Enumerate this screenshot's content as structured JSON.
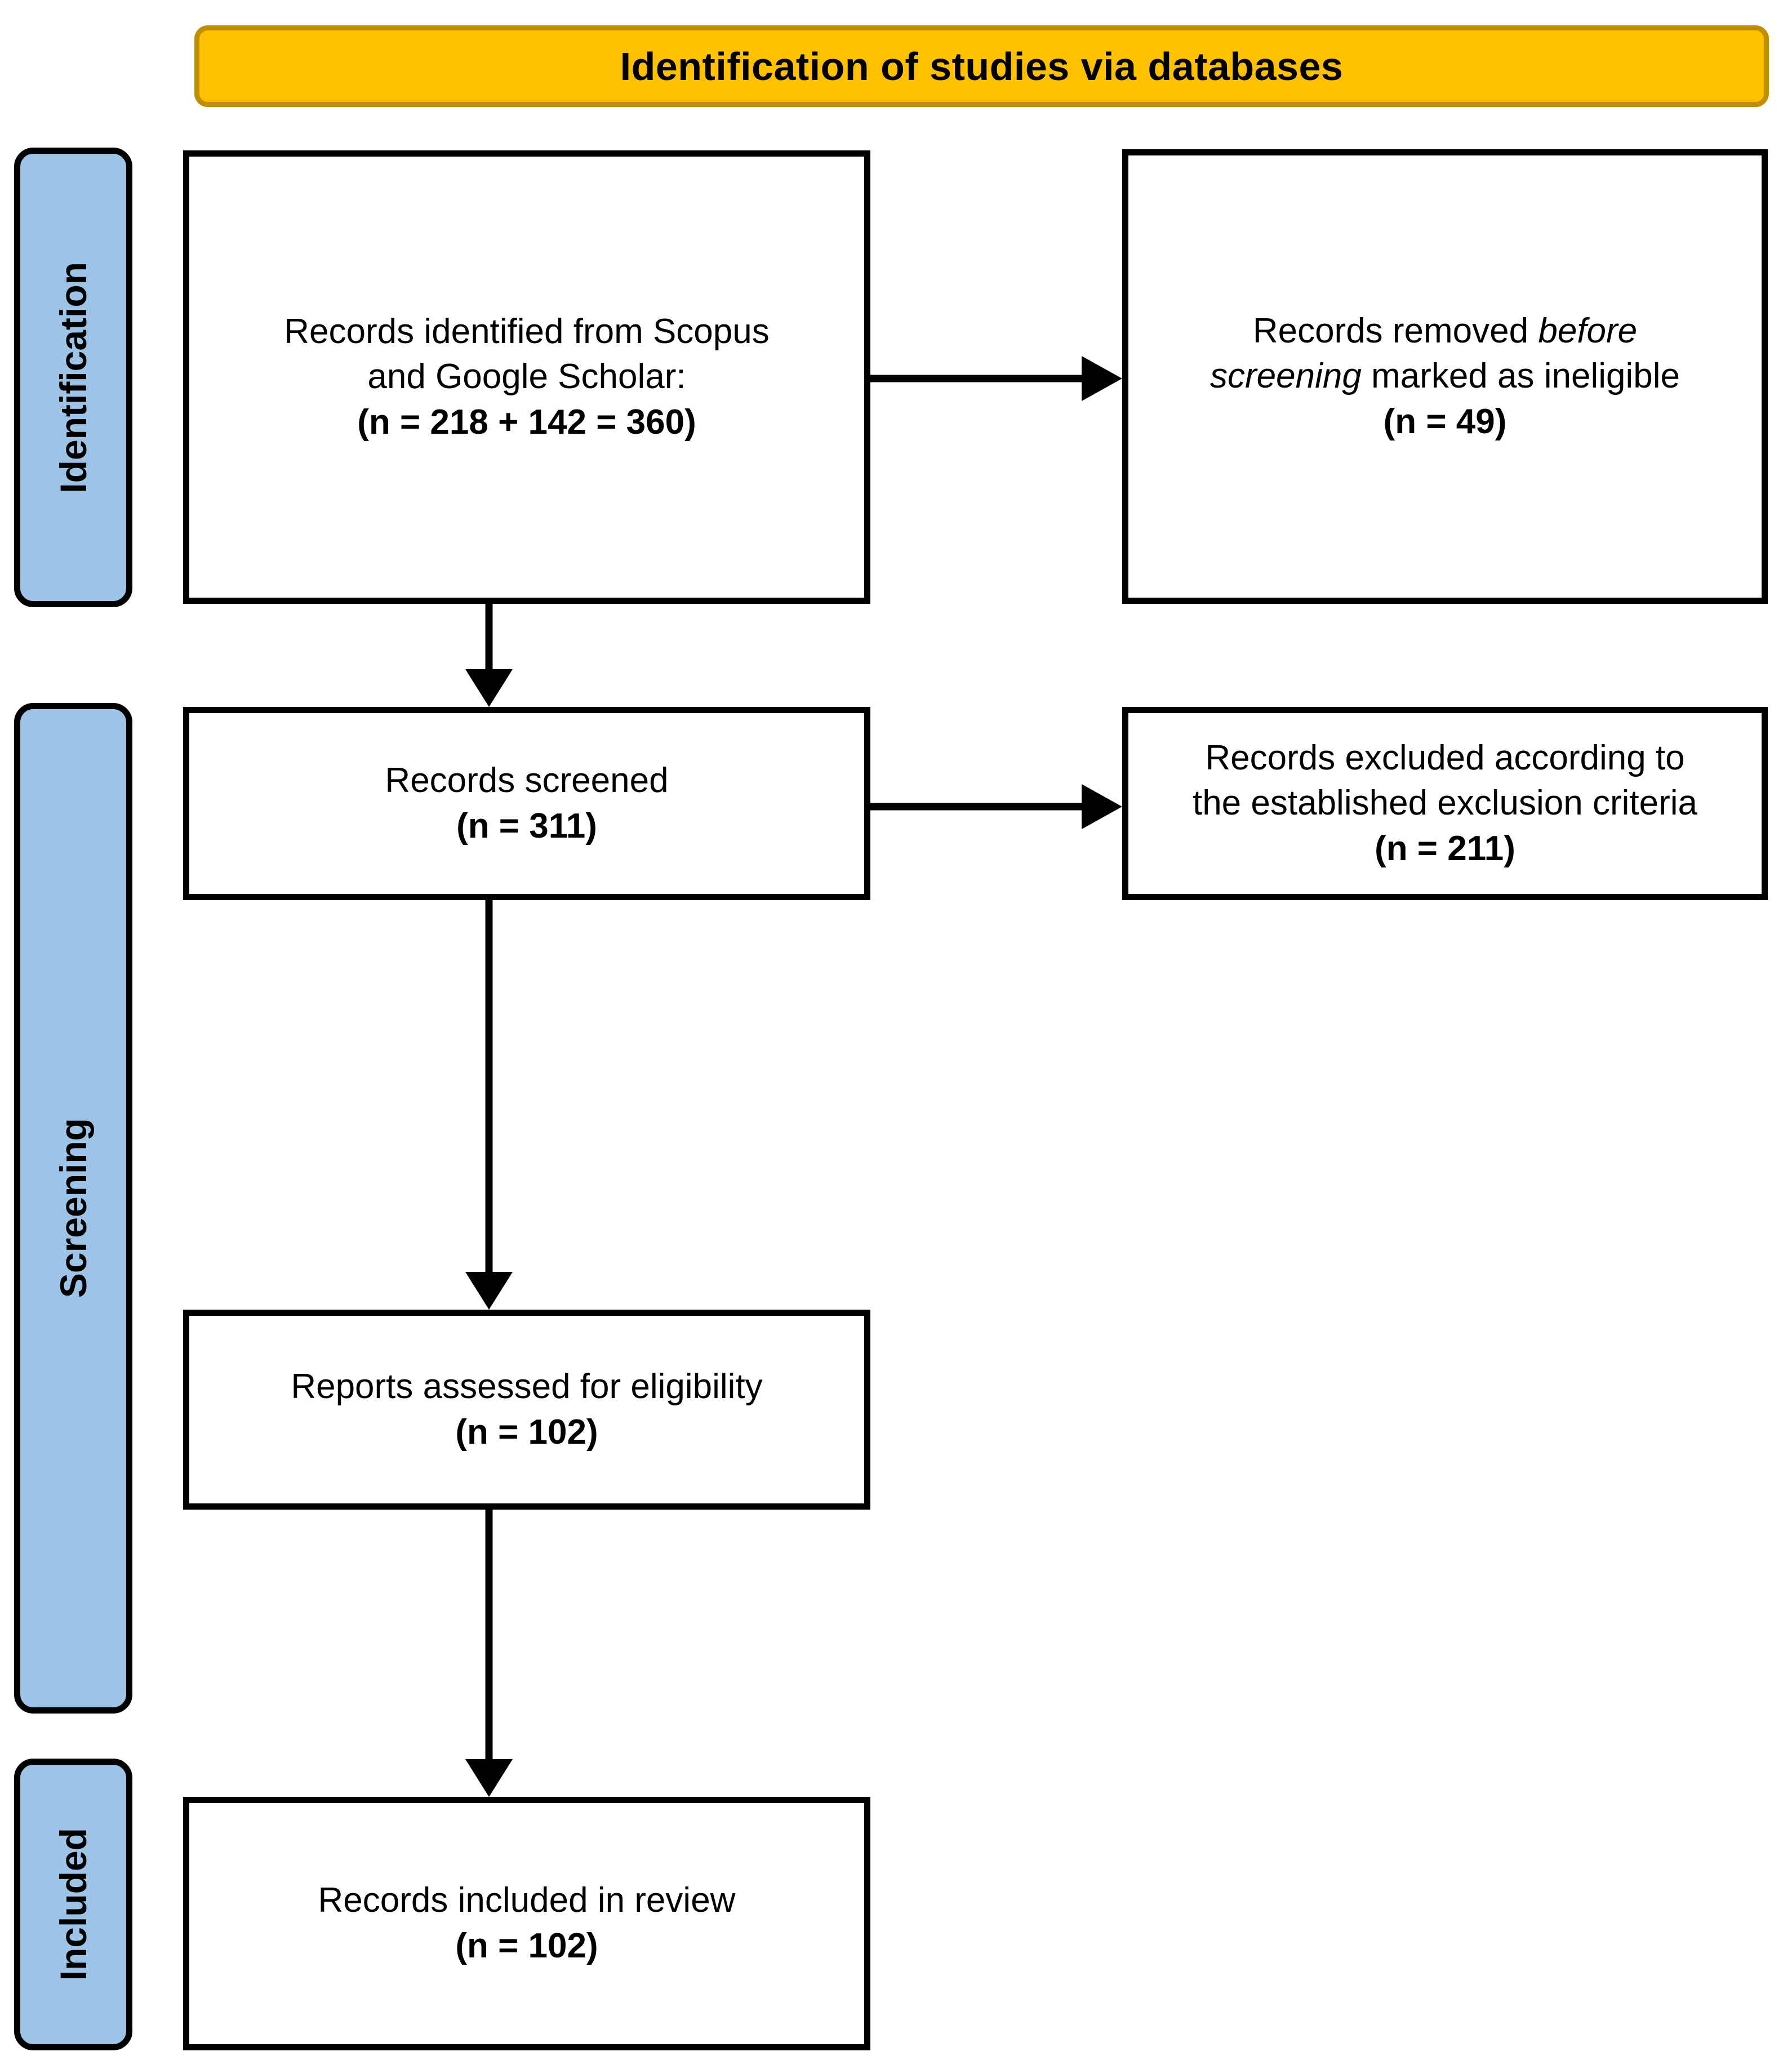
{
  "banner": {
    "title": "Identification of studies via databases",
    "fill": "#FFC000",
    "border": "#BF8F00"
  },
  "stages": {
    "fill": "#9DC3E6",
    "border": "#000000",
    "items": [
      {
        "label": "Identification"
      },
      {
        "label": "Screening"
      },
      {
        "label": "Included"
      }
    ]
  },
  "boxes": {
    "identified": {
      "line1": "Records identified from Scopus",
      "line2": "and Google Scholar:",
      "count": "(n = 218 + 142 = 360)"
    },
    "removed": {
      "line1_prefix": "Records removed ",
      "line1_italic": "before",
      "line2_italic": "screening",
      "line2_suffix": " marked as ineligible",
      "count": "(n = 49)"
    },
    "screened": {
      "line1": "Records screened",
      "count": "(n = 311)"
    },
    "excluded": {
      "line1": "Records excluded according to",
      "line2": "the established exclusion criteria",
      "count": "(n = 211)"
    },
    "eligibility": {
      "line1": "Reports assessed for eligibility",
      "count": "(n = 102)"
    },
    "included": {
      "line1": "Records included in review",
      "count": "(n = 102)"
    }
  },
  "connectors": {
    "stroke": "#000000",
    "arrows": [
      {
        "name": "identified-to-removed",
        "direction": "right"
      },
      {
        "name": "identified-to-screened",
        "direction": "down"
      },
      {
        "name": "screened-to-excluded",
        "direction": "right"
      },
      {
        "name": "screened-to-eligibility",
        "direction": "down"
      },
      {
        "name": "eligibility-to-included",
        "direction": "down"
      }
    ]
  }
}
